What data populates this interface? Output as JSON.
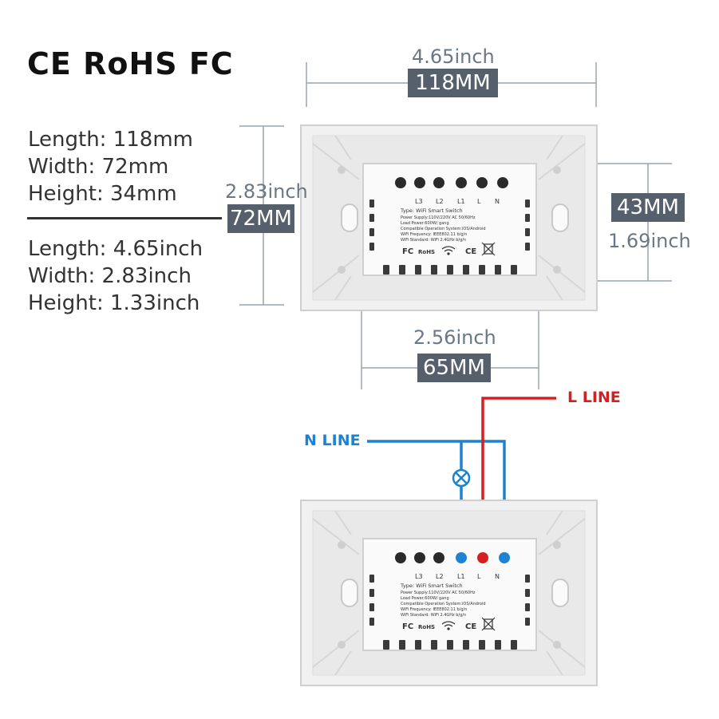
{
  "certifications": "CE RoHS FC",
  "specs_mm": [
    "Length: 118mm",
    "Width: 72mm",
    "Height: 34mm"
  ],
  "specs_inch": [
    "Length: 4.65inch",
    "Width: 2.83inch",
    "Height: 1.33inch"
  ],
  "dimensions": {
    "length": {
      "inch": "4.65inch",
      "mm": "118MM"
    },
    "width": {
      "inch": "2.83inch",
      "mm": "72MM"
    },
    "depth": {
      "inch": "1.69inch",
      "mm": "43MM"
    },
    "body_width": {
      "inch": "2.56inch",
      "mm": "65MM"
    }
  },
  "wiring": {
    "l_line": "L LINE",
    "n_line": "N LINE",
    "colors": {
      "l_line": "#d42020",
      "n_line": "#1e82d2"
    }
  },
  "module_label": {
    "terminals": [
      "L3",
      "L2",
      "L1",
      "L",
      "N"
    ],
    "lines": [
      "Type: WiFi Smart Switch",
      "Power Supply:110V/220V AC  50/60Hz",
      "Load Power:600W/ gang",
      "Compatible Operation System:iOS/Android",
      "WiFi Frequency: IEEE802.11 b/g/n",
      "WiFi Standard: WiFi 2.4GHz b/g/n"
    ],
    "marks": [
      "FC",
      "RoHS",
      "CE"
    ]
  }
}
